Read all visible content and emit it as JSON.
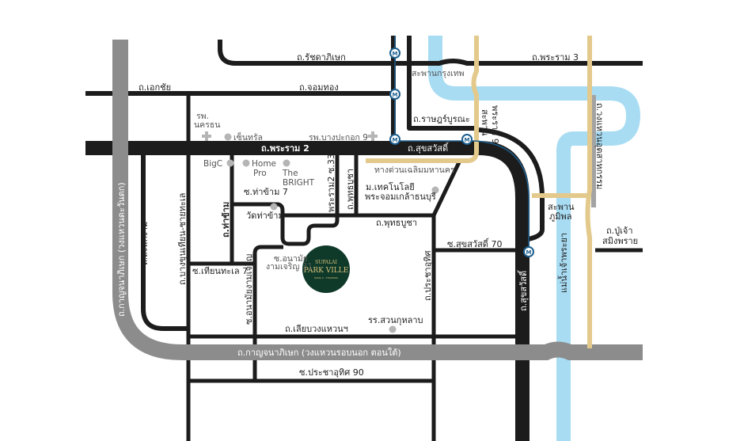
{
  "colors": {
    "road": "#1c1c1c",
    "ring_road": "#8c8c8c",
    "expressway": "#e3c98c",
    "river": "#a8dcf3",
    "metro": "#1d5f8f",
    "project": "#0f3a2a",
    "poi": "#b5b5b5",
    "hospital": "#b5b5b5"
  },
  "roads": {
    "ratchadaphisek": "ถ.รัชดาภิเษก",
    "rama3": "ถ.พระราม 3",
    "ekachai": "ถ.เอกชัย",
    "chomthong": "ถ.จอมทอง",
    "ratburana": "ถ.ราษฎร์บูรณะ",
    "rama2": "ถ.พระราม 2",
    "suksawat_h": "ถ.สุขสวัสดิ์",
    "suksawat_v": "ถ.สุขสวัสดิ์",
    "kanchana_v": "ถ.กาญจนาภิเษก (วงแหวนตะวันตก)",
    "kanchana_h": "ถ.กาญจนาภิเษก (วงแหวนรอบนอก ตอนใต้)",
    "sakaengam": "ถ.สะแกงาม",
    "bangkhunthian": "ถ.บางขุนเทียน-ชายทะเล",
    "thakham": "ถ.ท่าข้าม",
    "thakham7": "ซ.ท่าข้าม 7",
    "rama2_33": "พระราม2 ซ.33",
    "phutthabucha_v": "ถ.พุทธบูชา",
    "phutthabucha_h": "ถ.พุทธบูชา",
    "tianthale7": "ซ.เทียนทะเล 7",
    "anamai": "ซ.อนามัยงามเจริญ",
    "anamai31": [
      "ซ.อนามัย",
      "งามเจริญ 31"
    ],
    "pracha_uthit": "ถ.ประชาอุทิศ",
    "suksawat70": "ซ.สุขสวัสดิ์ 70",
    "liap_wongwaen": "ถ.เลียบวงแหวนฯ",
    "pracha_uthit90": "ซ.ประชาอุทิศ 90",
    "wongwaen_utsahakam": "ถ.วงแหวนอุตสาหกรรม",
    "pu_chao": [
      "ถ.ปู่เจ้า",
      "สมิงพราย"
    ],
    "expressway": "ทางด่วนเฉลิมมหานคร",
    "river": "แม่น้ำเจ้าพระยา"
  },
  "bridges": {
    "krungthep": "สะพานกรุงเทพ",
    "rama9": [
      "สะพาน",
      "พระราม 9"
    ],
    "bhumibol": [
      "สะพาน",
      "ภูมิพล"
    ]
  },
  "places": {
    "nakornthon": [
      "รพ.",
      "นครธน"
    ],
    "central": "เซ็นทรัล",
    "bangpakok9": "รพ.บางปะกอก 9",
    "bigc": "BigC",
    "homepro": [
      "Home",
      "Pro"
    ],
    "bright": [
      "The",
      "BRIGHT"
    ],
    "watthakham": "วัดท่าข้าม",
    "kmutt": [
      "ม.เทคโนโลยี",
      "พระจอมเกล้าธนบุรี"
    ],
    "suankularb": "รร.สวนกุหลาบ"
  },
  "metro_icon": "M",
  "project_logo": {
    "line1": "SUPALAI",
    "line2": "PARK VILLE",
    "line3": "RAMA 2 - THAKHAM"
  }
}
